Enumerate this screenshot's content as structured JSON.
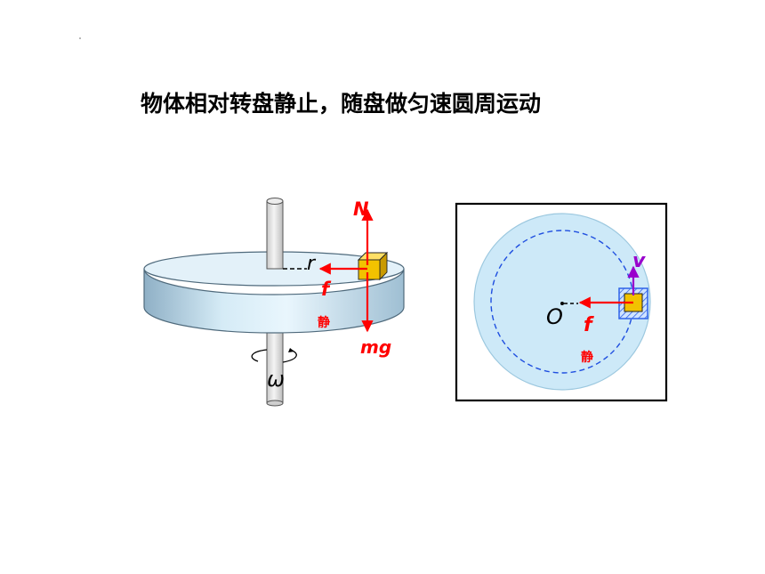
{
  "title": "物体相对转盘静止，随盘做匀速圆周运动",
  "side_view": {
    "label_N": "N",
    "label_r": "r",
    "label_f": "f",
    "label_f_sub": "静",
    "label_mg": "mg",
    "label_omega": "ω"
  },
  "top_view": {
    "label_v": "v",
    "label_O": "O",
    "label_f": "f",
    "label_f_sub": "静"
  },
  "colors": {
    "force": "#ff0000",
    "velocity": "#9900cc",
    "disk_face": "#dff1fb",
    "disk_rim": "#a9c4d8",
    "block": "#f2c200",
    "orbit": "#1f4fe0",
    "frame": "#000000"
  }
}
